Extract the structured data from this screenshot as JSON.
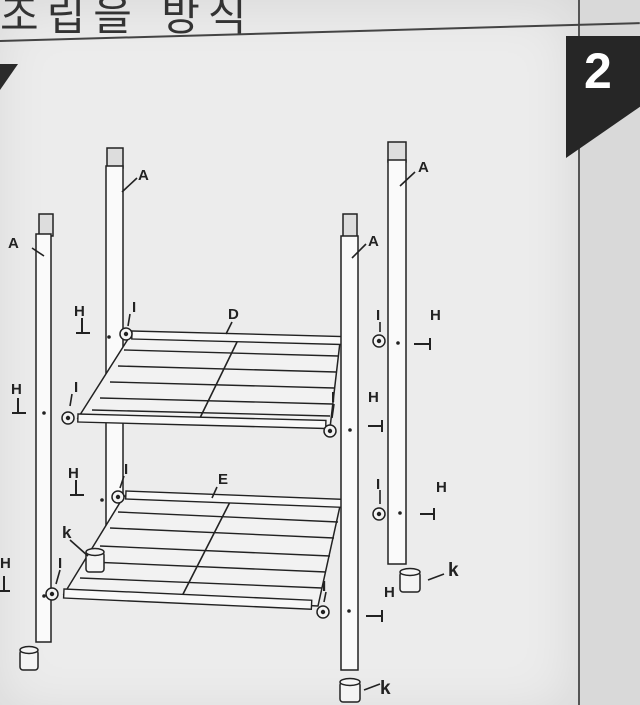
{
  "header": {
    "title": "조립을 방식"
  },
  "step": {
    "number": "2"
  },
  "labels": {
    "post": "A",
    "shelf_upper": "D",
    "shelf_lower": "E",
    "bolt": "H",
    "washer": "I",
    "foot": "k"
  }
}
